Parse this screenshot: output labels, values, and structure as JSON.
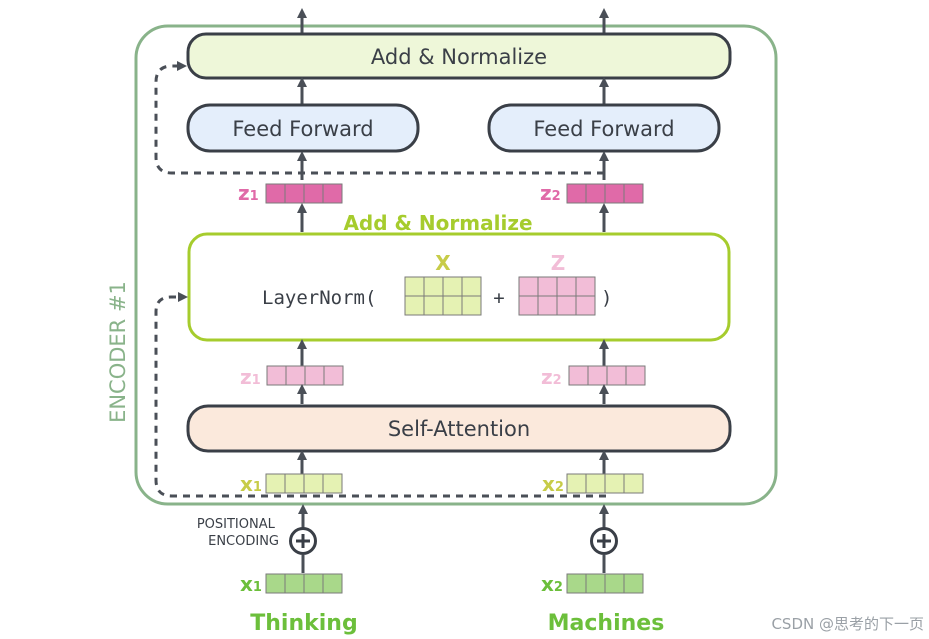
{
  "diagram": {
    "encoder_label": "ENCODER #1",
    "top_add_normalize": "Add & Normalize",
    "feed_forward": [
      "Feed Forward",
      "Feed Forward"
    ],
    "z_top": [
      {
        "base": "z",
        "sub": "1"
      },
      {
        "base": "z",
        "sub": "2"
      }
    ],
    "mid_add_normalize": "Add & Normalize",
    "layernorm_open": "LayerNorm(",
    "layernorm_plus": "+",
    "layernorm_close": ")",
    "x_label": "X",
    "z_label": "Z",
    "z_mid": [
      {
        "base": "z",
        "sub": "1"
      },
      {
        "base": "z",
        "sub": "2"
      }
    ],
    "self_attention": "Self-Attention",
    "x_mid": [
      {
        "base": "x",
        "sub": "1"
      },
      {
        "base": "x",
        "sub": "2"
      }
    ],
    "positional_encoding": [
      "POSITIONAL",
      "ENCODING"
    ],
    "x_bottom": [
      {
        "base": "x",
        "sub": "1"
      },
      {
        "base": "x",
        "sub": "2"
      }
    ],
    "words": [
      "Thinking",
      "Machines"
    ],
    "watermark": "CSDN @思考的下一页"
  },
  "colors": {
    "encoder_border": "#89b38a",
    "add_norm_fill": "#eef7d9",
    "feed_forward_fill": "#e4eefb",
    "self_attention_fill": "#fbe9dc",
    "layernorm_border": "#a6cc2d",
    "z_dark": "#e06aa8",
    "z_light": "#f2bdd7",
    "x_light": "#e5f2b3",
    "x_dark": "#a9d88a",
    "arrow": "#4a4f57"
  }
}
